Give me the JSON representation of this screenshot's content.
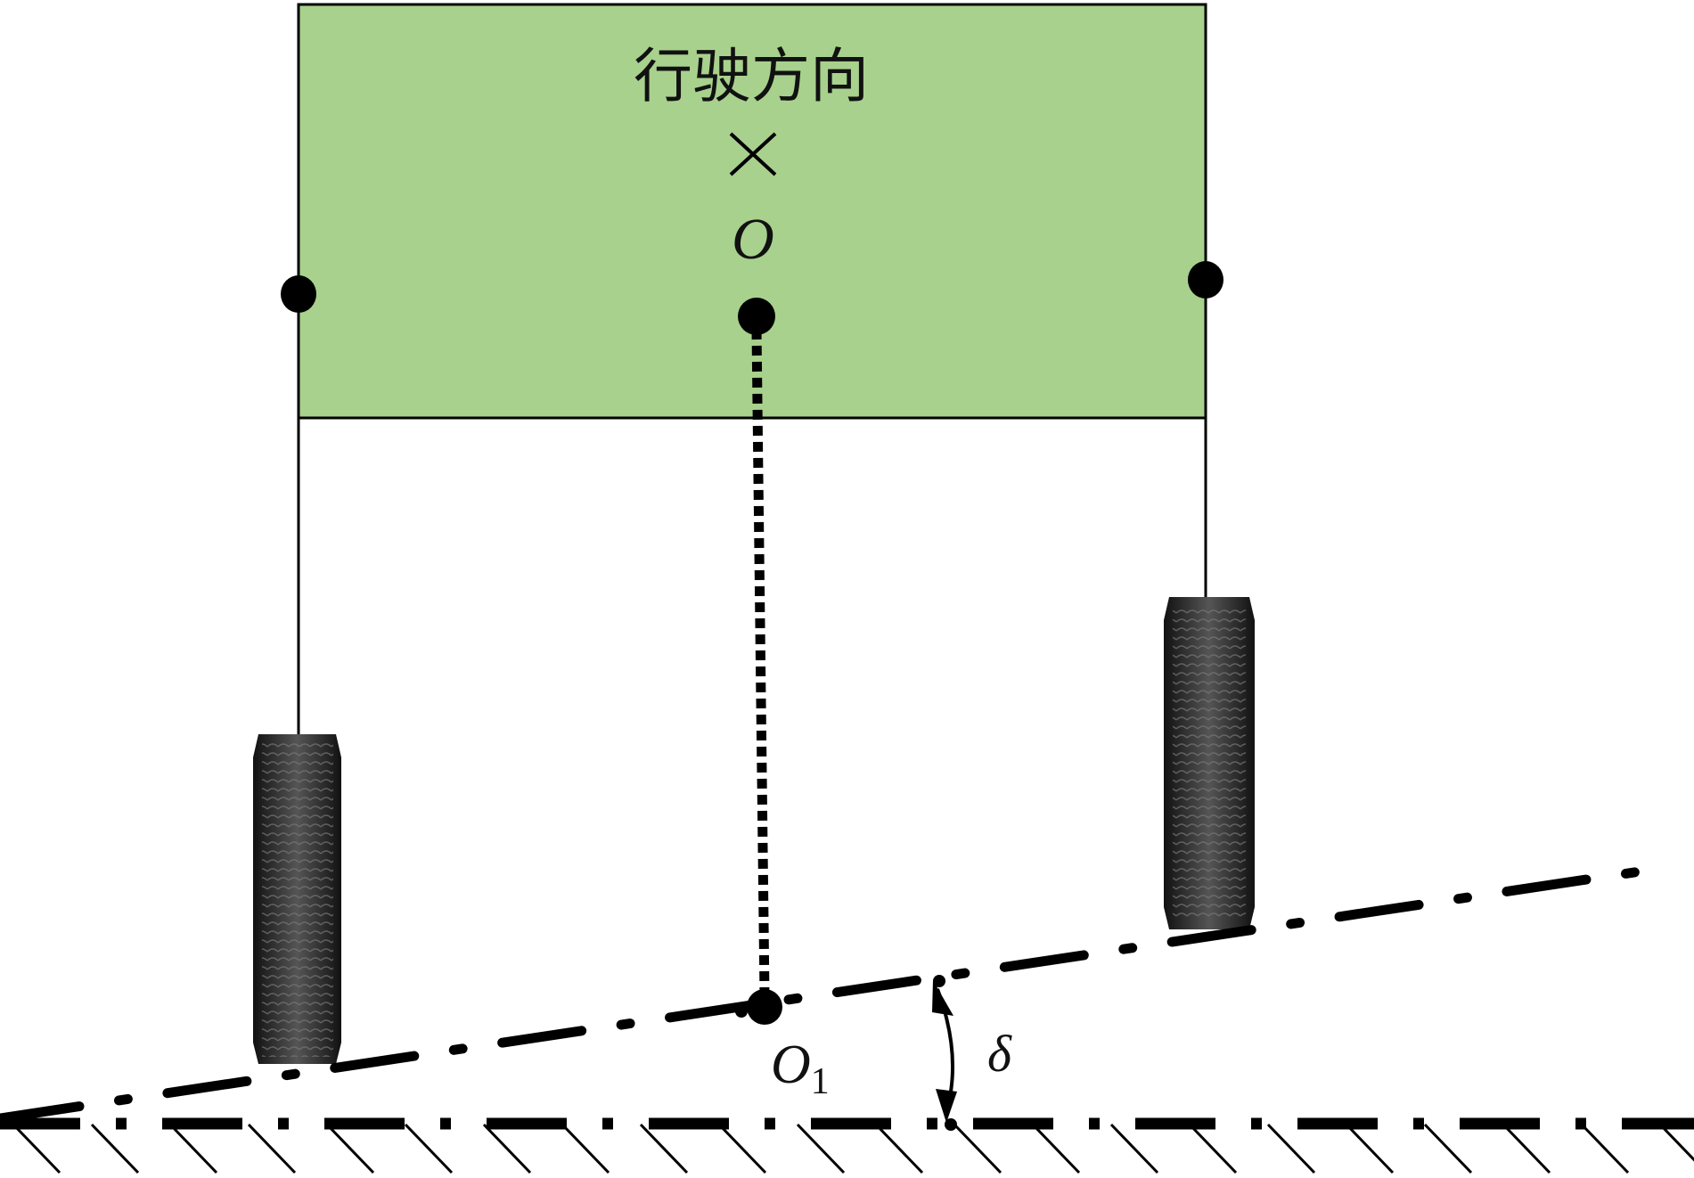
{
  "labels": {
    "direction": "行驶方向",
    "cross_symbol": "×",
    "center": "O",
    "contact_point": "O",
    "contact_subscript": "1",
    "angle": "δ"
  },
  "colors": {
    "body_fill": "#a8d18d",
    "line": "#000000",
    "tire": "#2a2a2a"
  }
}
